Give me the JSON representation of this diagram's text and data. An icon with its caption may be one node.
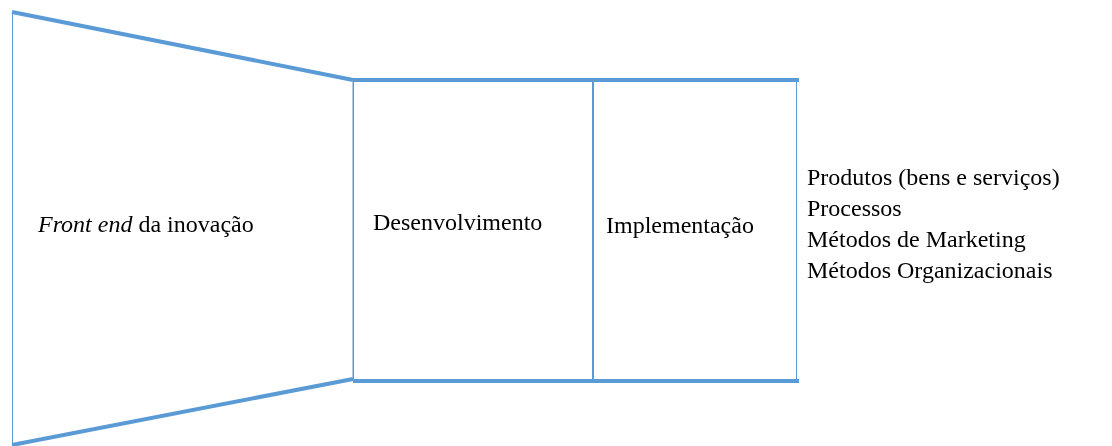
{
  "diagram": {
    "nodes": [
      {
        "text": [
          "*Front end* da inovação"
        ]
      },
      {
        "text": [
          "Desenvolvimento"
        ]
      },
      {
        "text": [
          "Implementação"
        ]
      }
    ],
    "labels": [
      "Produtos (bens e serviços)",
      "Processos",
      "Métodos de Marketing",
      "Métodos Organizacionais"
    ]
  }
}
